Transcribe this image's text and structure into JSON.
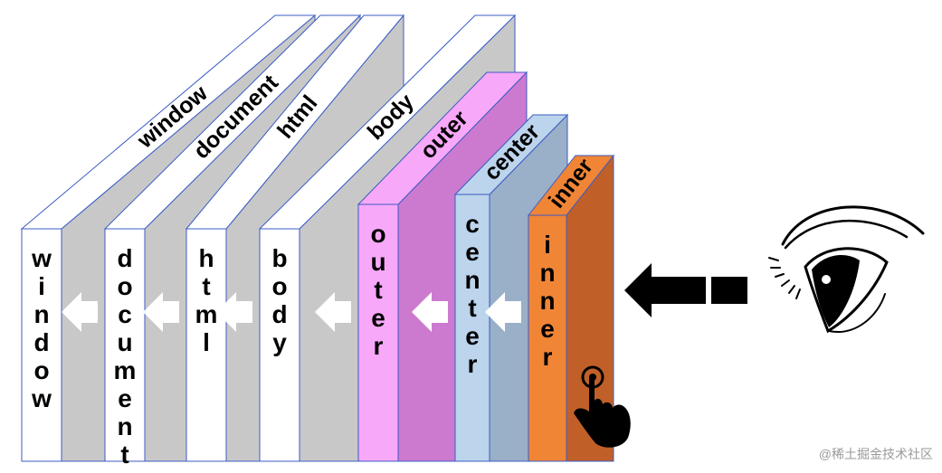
{
  "diagram": {
    "layers": [
      {
        "id": "window",
        "top_label": "window",
        "front_label": "window",
        "front": "#ffffff",
        "side": "#c8c8c8",
        "top": "#ffffff"
      },
      {
        "id": "document",
        "top_label": "document",
        "front_label": "document",
        "front": "#ffffff",
        "side": "#c8c8c8",
        "top": "#ffffff"
      },
      {
        "id": "html",
        "top_label": "html",
        "front_label": "html",
        "front": "#ffffff",
        "side": "#c8c8c8",
        "top": "#ffffff"
      },
      {
        "id": "body",
        "top_label": "body",
        "front_label": "body",
        "front": "#ffffff",
        "side": "#c8c8c8",
        "top": "#ffffff"
      },
      {
        "id": "outer",
        "top_label": "outer",
        "front_label": "outer",
        "front": "#f8a8f8",
        "side": "#cc7ad0",
        "top": "#f8a8f8"
      },
      {
        "id": "center",
        "top_label": "center",
        "front_label": "center",
        "front": "#bcd4ec",
        "side": "#9aafc8",
        "top": "#bcd4ec"
      },
      {
        "id": "inner",
        "top_label": "inner",
        "front_label": "inner",
        "front": "#f08536",
        "side": "#c06028",
        "top": "#f08536"
      }
    ],
    "stroke_color": "#3b5cc4",
    "arrow_color": "#000000",
    "eye_icon": "eye-icon",
    "pointer_icon": "hand-pointer-icon"
  },
  "watermark": "@稀土掘金技术社区"
}
